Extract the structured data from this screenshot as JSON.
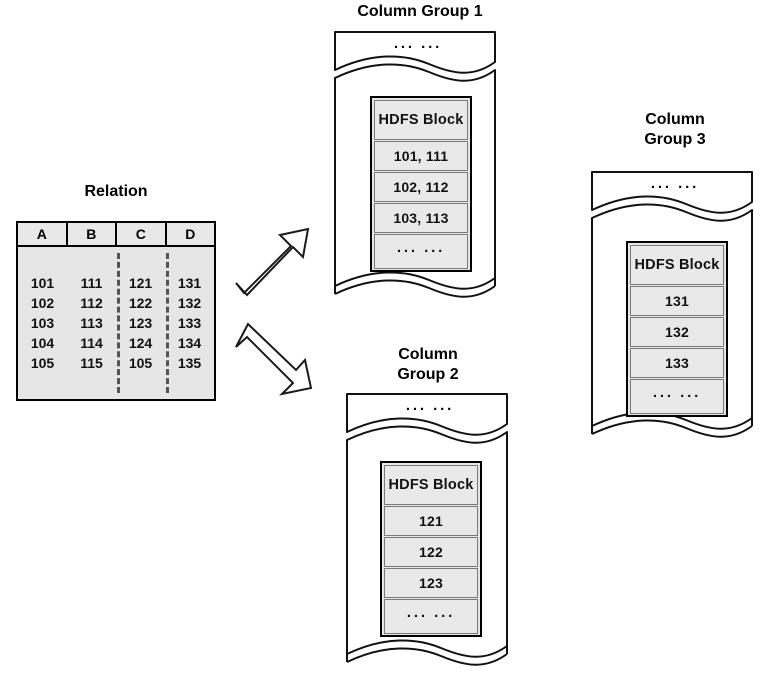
{
  "figure": {
    "kind": "data-layout-diagram",
    "relation": {
      "title": "Relation",
      "columns": [
        "A",
        "B",
        "C",
        "D"
      ],
      "rows": [
        [
          "101",
          "111",
          "121",
          "131"
        ],
        [
          "102",
          "112",
          "122",
          "132"
        ],
        [
          "103",
          "113",
          "123",
          "133"
        ],
        [
          "104",
          "114",
          "124",
          "134"
        ],
        [
          "105",
          "115",
          "105",
          "135"
        ]
      ],
      "group_dividers_after_columns": [
        "B",
        "C"
      ]
    },
    "column_groups": [
      {
        "title": "Column Group 1",
        "top_ellipsis": "··· ···",
        "block_header": "HDFS Block",
        "block_rows": [
          "101, 111",
          "102, 112",
          "103, 113"
        ],
        "block_ellipsis": "··· ···"
      },
      {
        "title": "Column\nGroup 2",
        "top_ellipsis": "··· ···",
        "block_header": "HDFS Block",
        "block_rows": [
          "121",
          "122",
          "123"
        ],
        "block_ellipsis": "··· ···"
      },
      {
        "title": "Column\nGroup 3",
        "top_ellipsis": "··· ···",
        "block_header": "HDFS Block",
        "block_rows": [
          "131",
          "132",
          "133"
        ],
        "block_ellipsis": "··· ···"
      }
    ],
    "arrows": [
      {
        "name": "arrow-to-column-group-1",
        "direction": "up-right"
      },
      {
        "name": "arrow-to-column-group-2",
        "direction": "down-right"
      }
    ],
    "colors": {
      "stroke": "#000000",
      "fill_light": "#e6e6e6",
      "cell_fill": "#e9e9e9",
      "divider": "#555555",
      "background": "#ffffff"
    }
  }
}
